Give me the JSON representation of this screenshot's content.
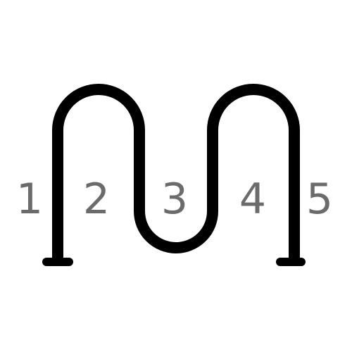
{
  "rack": {
    "stroke_color": "#000000",
    "number_color": "#6b6b6b",
    "background_color": "#ffffff"
  },
  "slots": [
    {
      "label": "1"
    },
    {
      "label": "2"
    },
    {
      "label": "3"
    },
    {
      "label": "4"
    },
    {
      "label": "5"
    }
  ]
}
